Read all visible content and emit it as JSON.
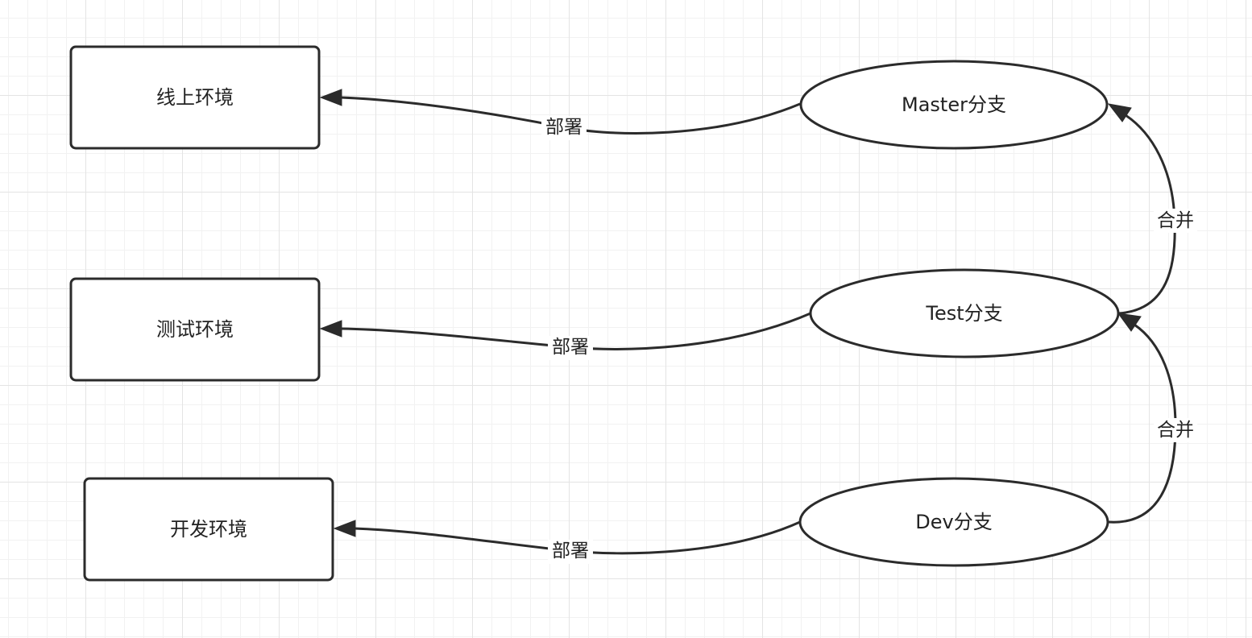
{
  "environments": {
    "production": "线上环境",
    "testing": "测试环境",
    "development": "开发环境"
  },
  "branches": {
    "master": "Master分支",
    "test": "Test分支",
    "dev": "Dev分支"
  },
  "edges": {
    "deploy_master": "部署",
    "deploy_test": "部署",
    "deploy_dev": "部署",
    "merge_test_to_master": "合并",
    "merge_dev_to_test": "合并"
  },
  "colors": {
    "stroke": "#2b2b2b",
    "text": "#222222",
    "grid_major": "#e4e4e4",
    "grid_minor": "#f2f2f2"
  }
}
